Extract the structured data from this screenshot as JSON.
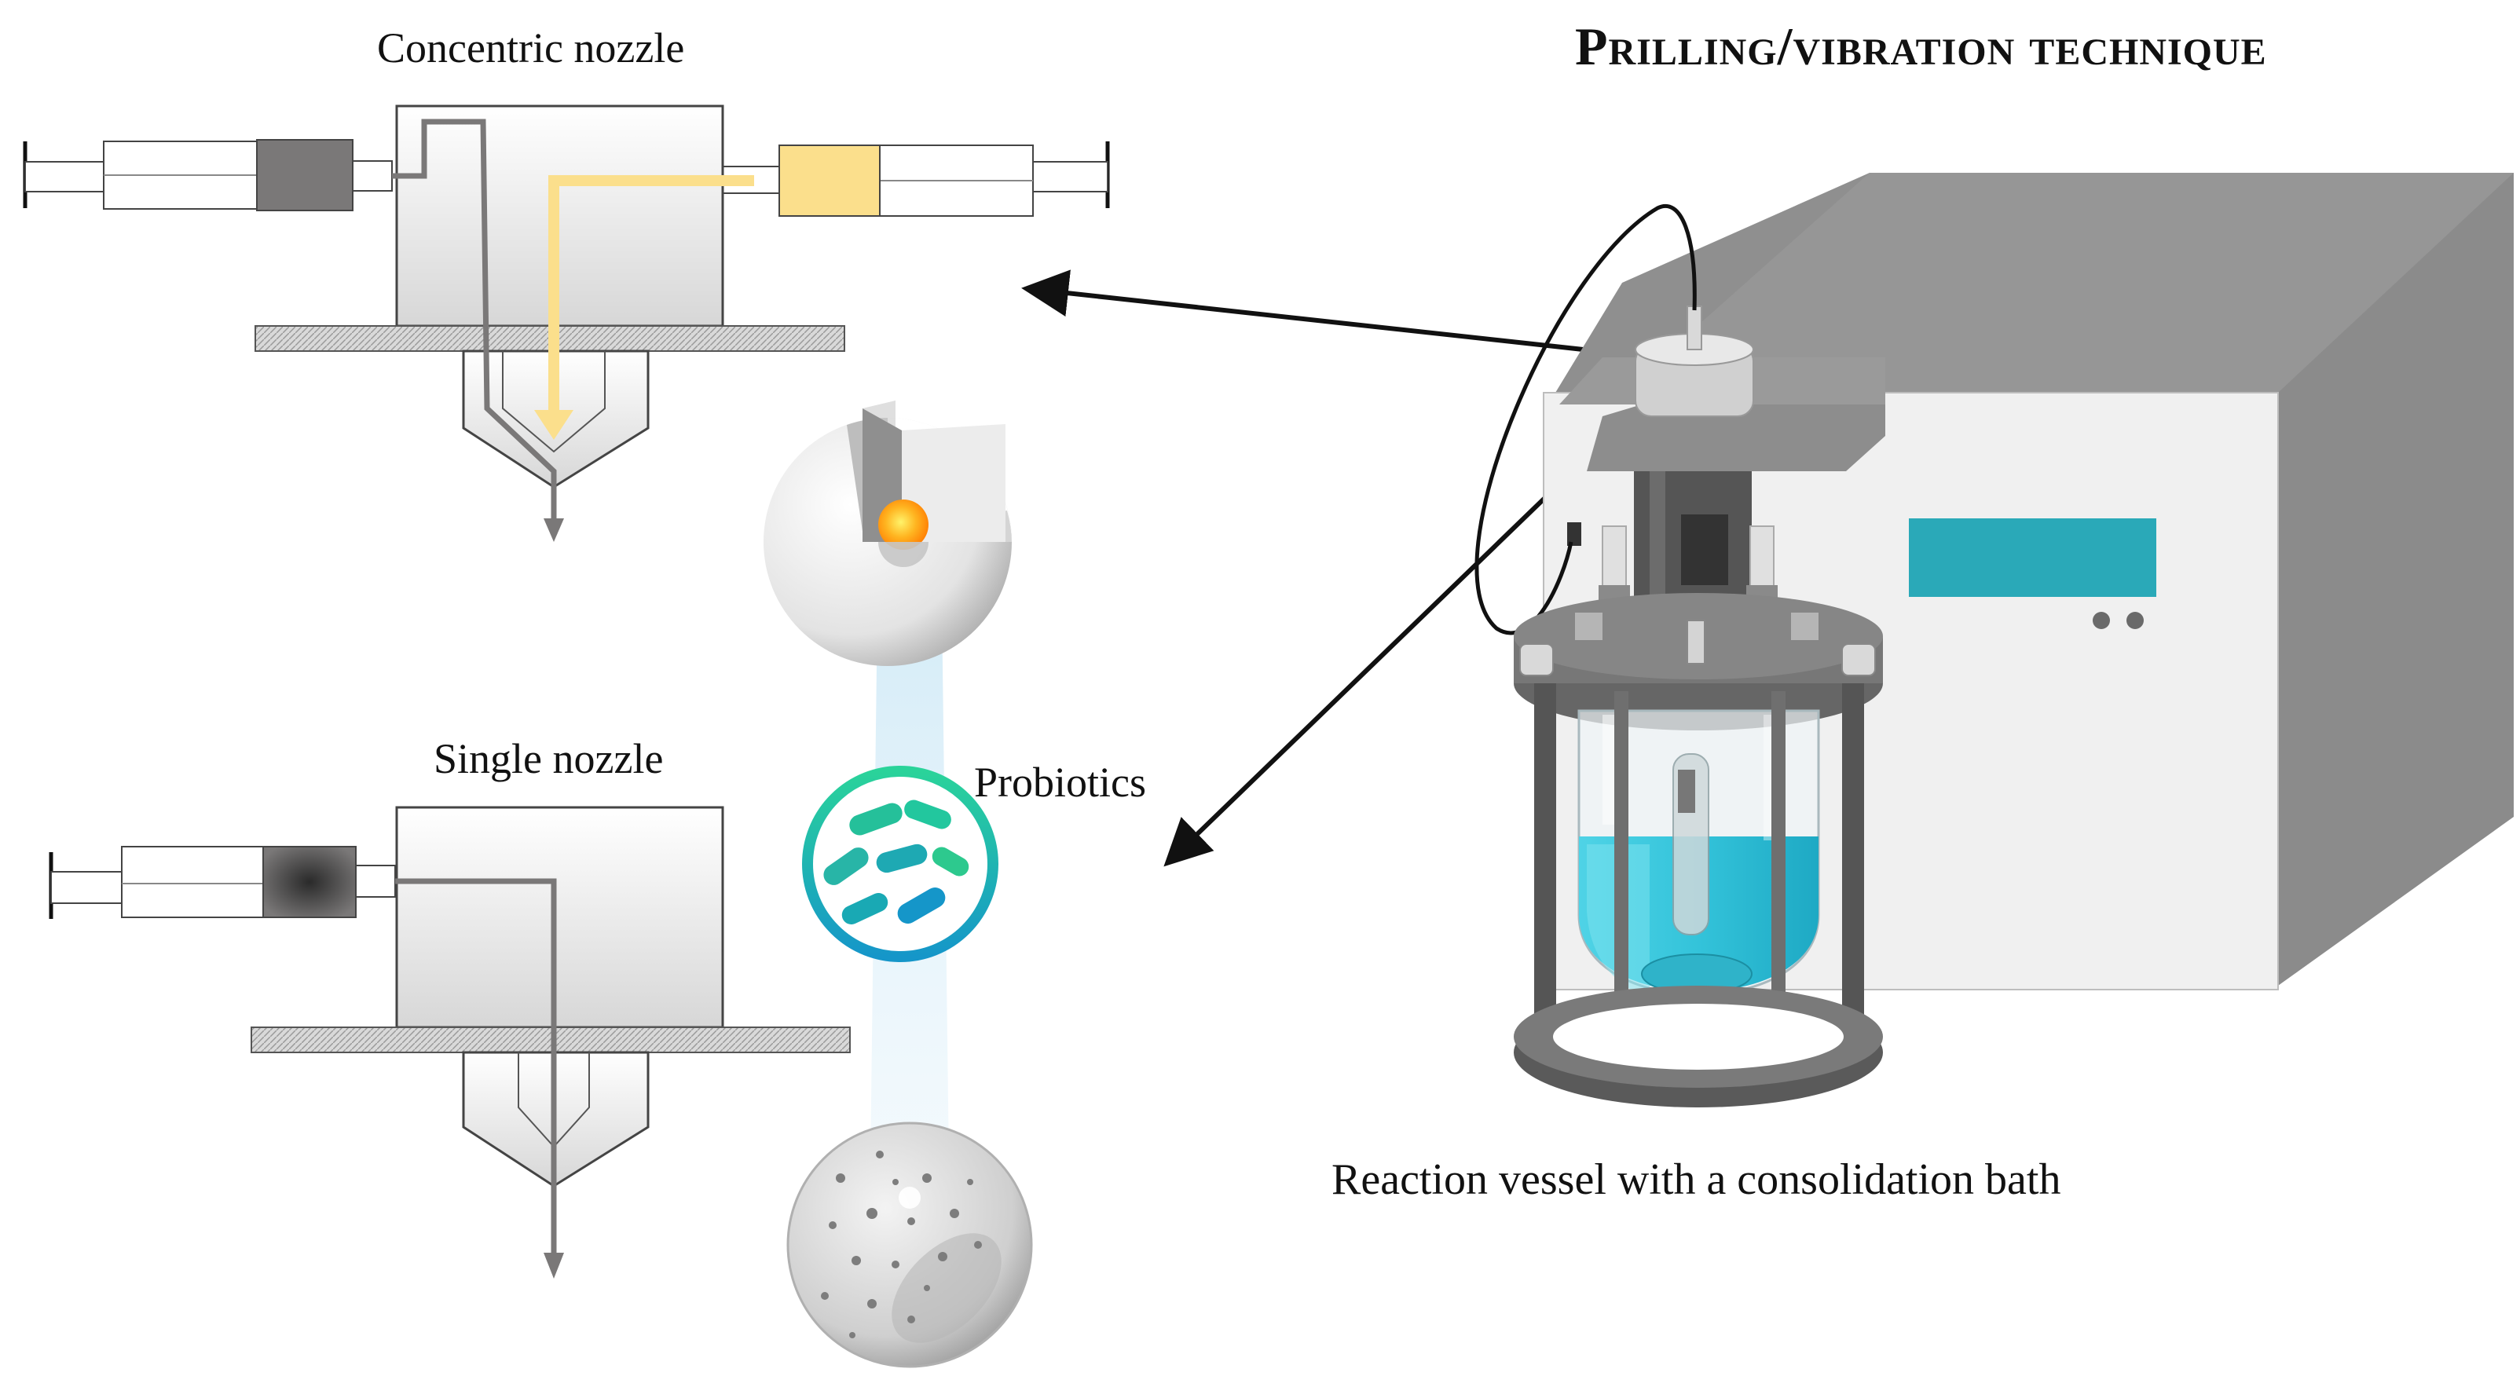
{
  "title": "Prilling/vibration technique",
  "labels": {
    "concentric_nozzle": "Concentric nozzle",
    "single_nozzle": "Single nozzle",
    "probiotics": "Probiotics",
    "reaction_vessel": "Reaction vessel with a consolidation bath"
  },
  "colors": {
    "core_fluid": "#fbdf8c",
    "shell_fluid": "#7a7878",
    "bath_liquid": "#33c3da",
    "display_panel": "#2aa9b8",
    "probiotic_green": "#2dc98e",
    "probiotic_teal": "#19a9b4"
  }
}
